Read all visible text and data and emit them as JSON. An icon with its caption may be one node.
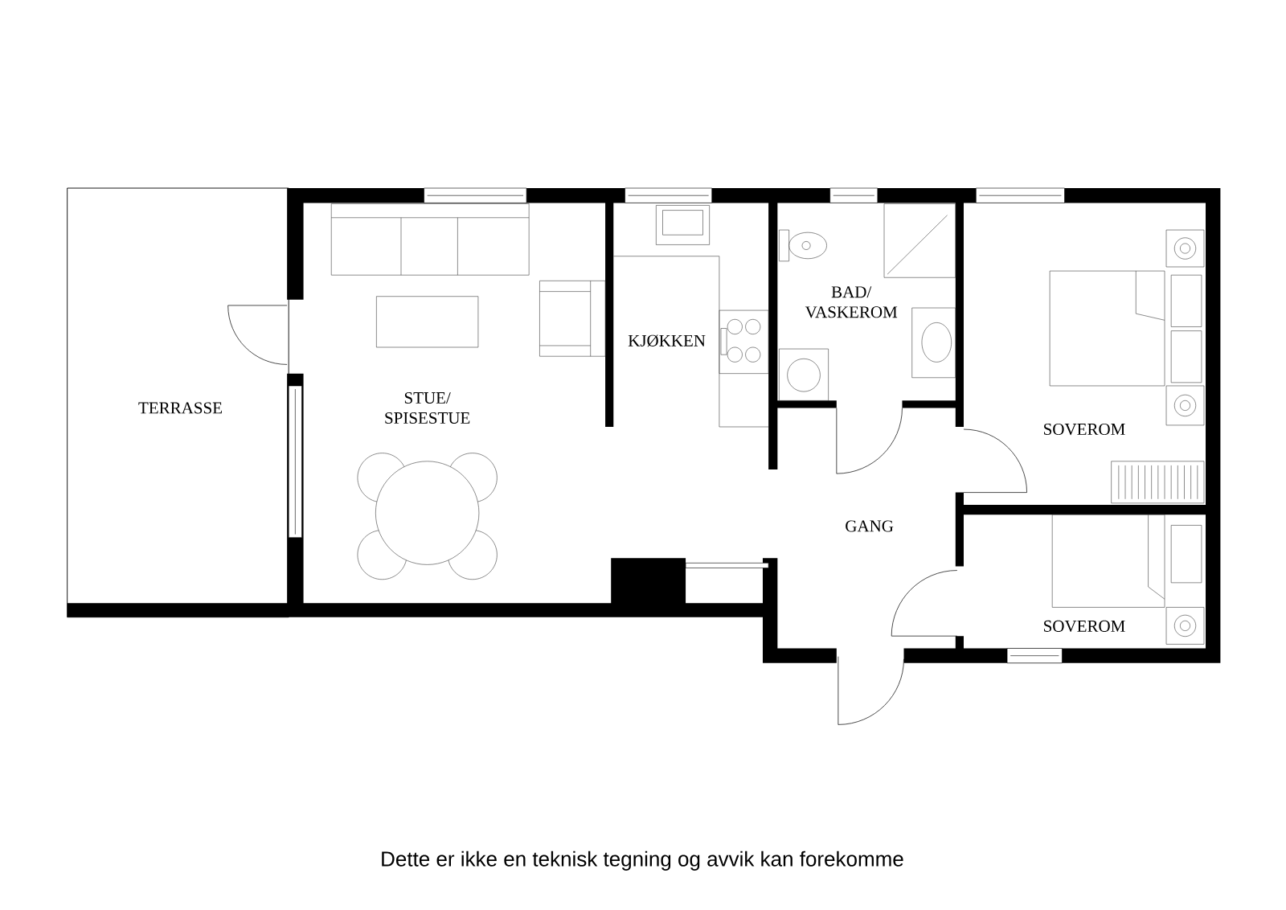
{
  "diagram": {
    "caption": "Dette er ikke en teknisk tegning og avvik kan forekomme",
    "labels": [
      "BAD/ VASKEROM",
      "KJØKKEN",
      "TERRASSE",
      "STUE/ SPISESTUE",
      "SOVEROM",
      "GANG",
      "SOVEROM"
    ]
  }
}
